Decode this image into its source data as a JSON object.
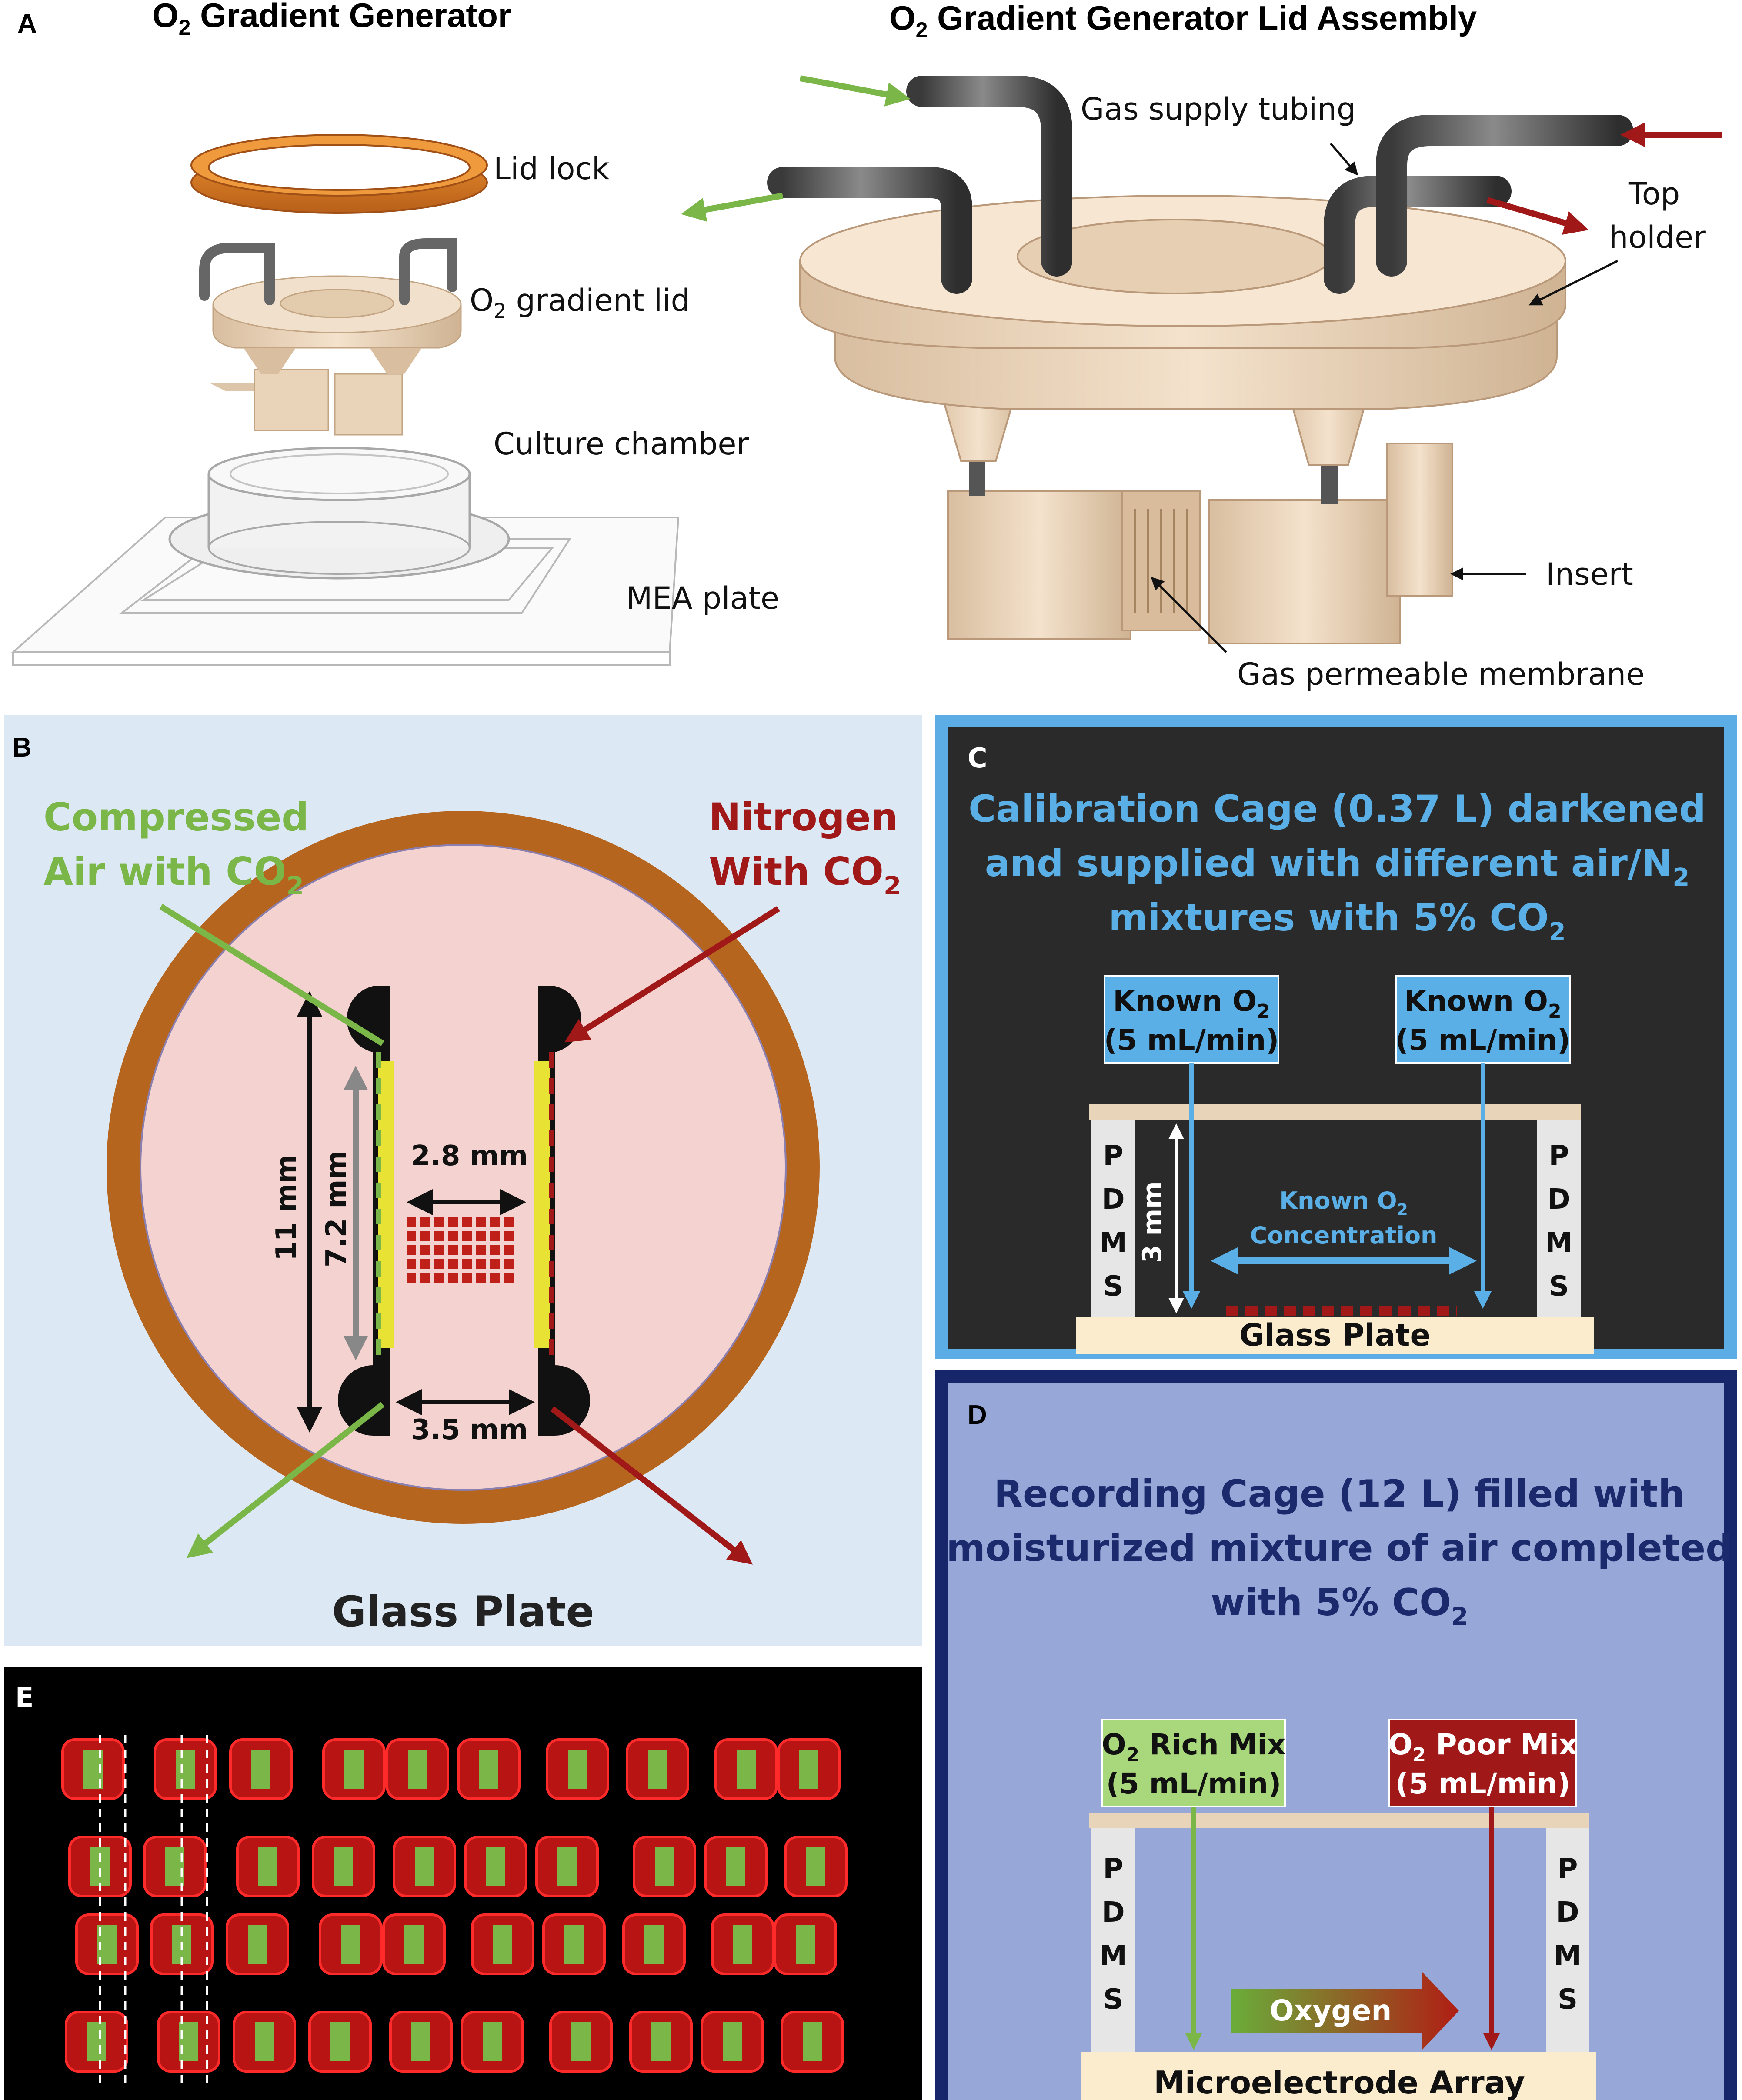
{
  "panel_a": {
    "label": "A",
    "title_left_main": "O",
    "title_left_sub": "2",
    "title_left_rest": " Gradient Generator",
    "title_right_main": "O",
    "title_right_sub": "2",
    "title_right_rest": " Gradient Generator Lid Assembly",
    "lid_lock": "Lid lock",
    "o2_lid_main": "O",
    "o2_lid_sub": "2",
    "o2_lid_rest": " gradient lid",
    "culture_chamber": "Culture chamber",
    "mea_plate": "MEA plate",
    "gas_supply_tubing": "Gas supply tubing",
    "top_holder_line1": "Top",
    "top_holder_line2": "holder",
    "insert": "Insert",
    "gas_permeable_membrane": "Gas permeable membrane"
  },
  "panel_b": {
    "label": "B",
    "compressed_line1": "Compressed",
    "compressed_line2_main": "Air with CO",
    "compressed_line2_sub": "2",
    "nitrogen_line1": "Nitrogen",
    "nitrogen_line2_main": "With CO",
    "nitrogen_line2_sub": "2",
    "dim_11mm": "11 mm",
    "dim_7_2mm": "7.2 mm",
    "dim_2_8mm": "2.8 mm",
    "dim_3_5mm": "3.5 mm",
    "glass_plate": "Glass Plate"
  },
  "panel_c": {
    "label": "C",
    "title_line1": "Calibration Cage (0.37 L) darkened",
    "title_line2_main": "and supplied with different air/N",
    "title_line2_sub": "2",
    "title_line3_main": "mixtures with 5% CO",
    "title_line3_sub": "2",
    "known_o2_main": "Known O",
    "known_o2_sub": "2",
    "flow": "(5 mL/min)",
    "pdms_letters": [
      "P",
      "D",
      "M",
      "S"
    ],
    "dim_3mm": "3 mm",
    "known_conc_line1_main": "Known O",
    "known_conc_line1_sub": "2",
    "known_conc_line2": "Concentration",
    "glass_plate": "Glass Plate"
  },
  "panel_d": {
    "label": "D",
    "title_line1": "Recording Cage (12 L) filled with",
    "title_line2": "moisturized mixture of air completed",
    "title_line3_main": "with 5% CO",
    "title_line3_sub": "2",
    "rich_mix_main": "O",
    "rich_mix_sub": "2",
    "rich_mix_rest": " Rich Mix",
    "poor_mix_main": "O",
    "poor_mix_sub": "2",
    "poor_mix_rest": " Poor Mix",
    "flow": "(5 mL/min)",
    "pdms_letters": [
      "P",
      "D",
      "M",
      "S"
    ],
    "oxygen": "Oxygen",
    "mea": "Microelectrode Array"
  },
  "panel_e": {
    "label": "E"
  },
  "colors": {
    "green": "#7ab648",
    "red": "#a01818",
    "blue_text": "#5ab0e6",
    "navy": "#1a2a6c",
    "copper": "#b0601c",
    "beige": "#efd9c0"
  }
}
